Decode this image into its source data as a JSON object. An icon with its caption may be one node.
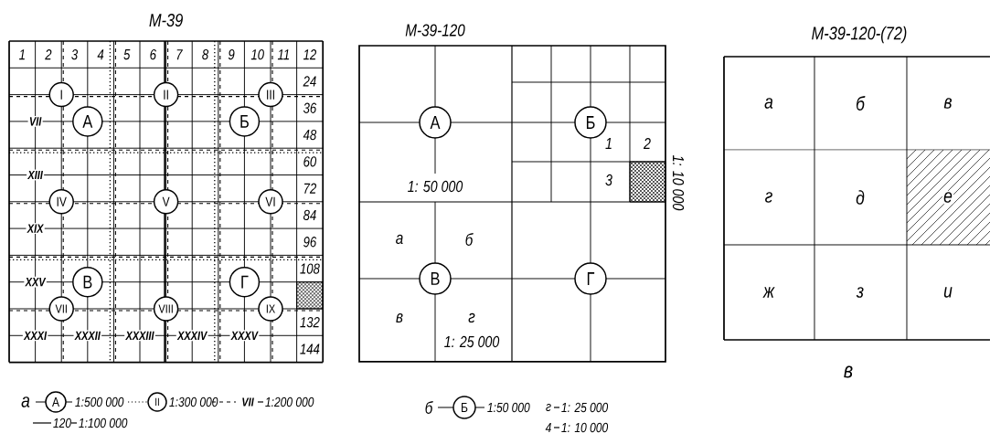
{
  "diagram": {
    "nodes": [
      {
        "text": [
          "I"
        ]
      },
      {
        "text": [
          "II"
        ]
      },
      {
        "text": [
          "III"
        ]
      },
      {
        "text": [
          "А"
        ]
      },
      {
        "text": [
          "Б"
        ]
      },
      {
        "text": [
          "IV"
        ]
      },
      {
        "text": [
          "V"
        ]
      },
      {
        "text": [
          "VI"
        ]
      },
      {
        "text": [
          "В"
        ]
      },
      {
        "text": [
          "Г"
        ]
      },
      {
        "text": [
          "VII"
        ]
      },
      {
        "text": [
          "VIII"
        ]
      },
      {
        "text": [
          "IX"
        ]
      },
      {
        "text": [
          "А"
        ]
      },
      {
        "text": [
          "Б"
        ]
      },
      {
        "text": [
          "В"
        ]
      },
      {
        "text": [
          "Г"
        ]
      },
      {
        "text": [
          "А"
        ],
        "beside": [
          "1:500 000"
        ]
      },
      {
        "text": [
          "II"
        ],
        "beside": [
          "1:300 000"
        ]
      },
      {
        "text": [
          "Б"
        ],
        "beside": [
          "1:50 000"
        ]
      }
    ],
    "labels": [
      "М-39",
      "1",
      "2",
      "3",
      "4",
      "5",
      "6",
      "7",
      "8",
      "9",
      "10",
      "11",
      "12",
      "24",
      "36",
      "48",
      "60",
      "72",
      "84",
      "96",
      "108",
      "132",
      "144",
      "VII",
      "XIII",
      "XIX",
      "XXV",
      "XXXI",
      "XXXII",
      "XXXIII",
      "XXXIV",
      "XXXV",
      "М-39-120",
      "1",
      "2",
      "3",
      "1: 50 000",
      "а",
      "б",
      "в",
      "г",
      "1: 25 000",
      "1: 10 000",
      "М-39-120-(72)",
      "а",
      "б",
      "в",
      "г",
      "д",
      "е",
      "ж",
      "з",
      "и",
      "в",
      "а",
      "VII",
      "1:200 000",
      "120",
      "1:100 000",
      "б",
      "г",
      "1: 25 000",
      "4",
      "1: 10 000"
    ]
  }
}
